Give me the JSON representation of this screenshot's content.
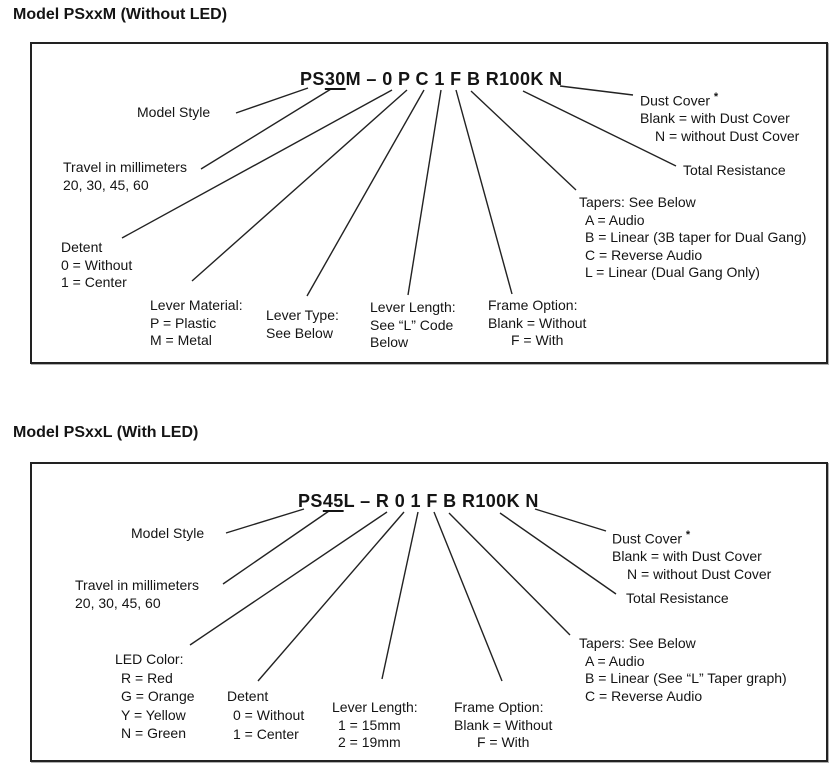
{
  "colors": {
    "ink": "#141414",
    "border": "#222222",
    "background": "#ffffff"
  },
  "section1": {
    "heading": "Model PSxxM (Without LED)",
    "part": {
      "pre": "PS",
      "travel": "30",
      "post": "M – 0 P C 1 F B R100K N"
    },
    "model_style": "Model Style",
    "travel_title": "Travel in millimeters",
    "travel_values": "20, 30, 45, 60",
    "detent_title": "Detent",
    "detent_opts": [
      "0 = Without",
      "1 = Center"
    ],
    "lever_material_title": "Lever Material:",
    "lever_material_opts": [
      "P = Plastic",
      "M = Metal"
    ],
    "lever_type_title": "Lever Type:",
    "lever_type_sub": "See Below",
    "lever_length_title": "Lever Length:",
    "lever_length_sub1": "See “L” Code",
    "lever_length_sub2": "Below",
    "frame_title": "Frame Option:",
    "frame_opt1": "Blank = Without",
    "frame_opt2": "F = With",
    "tapers_title": "Tapers: See Below",
    "tapers_opts": [
      "A = Audio",
      "B = Linear (3B taper for Dual Gang)",
      "C = Reverse Audio",
      "L = Linear (Dual Gang Only)"
    ],
    "total_resistance": "Total Resistance",
    "dust_title": "Dust Cover ",
    "dust_star": "*",
    "dust_opt1": "Blank = with Dust Cover",
    "dust_opt2": "N = without Dust Cover"
  },
  "section2": {
    "heading": "Model PSxxL (With LED)",
    "part": {
      "pre": "PS",
      "travel": "45",
      "post": "L – R 0 1 F B R100K N"
    },
    "model_style": "Model Style",
    "travel_title": "Travel in millimeters",
    "travel_values": "20, 30, 45, 60",
    "led_title": "LED Color:",
    "led_opts": [
      "R = Red",
      "G = Orange",
      "Y = Yellow",
      "N = Green"
    ],
    "detent_title": "Detent",
    "detent_opts": [
      "0 = Without",
      "1 = Center"
    ],
    "lever_length_title": "Lever Length:",
    "lever_length_opts": [
      "1 = 15mm",
      "2 = 19mm"
    ],
    "frame_title": "Frame Option:",
    "frame_opt1": "Blank = Without",
    "frame_opt2": "F = With",
    "tapers_title": "Tapers: See Below",
    "tapers_opts": [
      "A = Audio",
      "B = Linear (See “L” Taper graph)",
      "C = Reverse Audio"
    ],
    "total_resistance": "Total Resistance",
    "dust_title": "Dust Cover ",
    "dust_star": "*",
    "dust_opt1": "Blank = with Dust Cover",
    "dust_opt2": "N = without Dust Cover"
  }
}
